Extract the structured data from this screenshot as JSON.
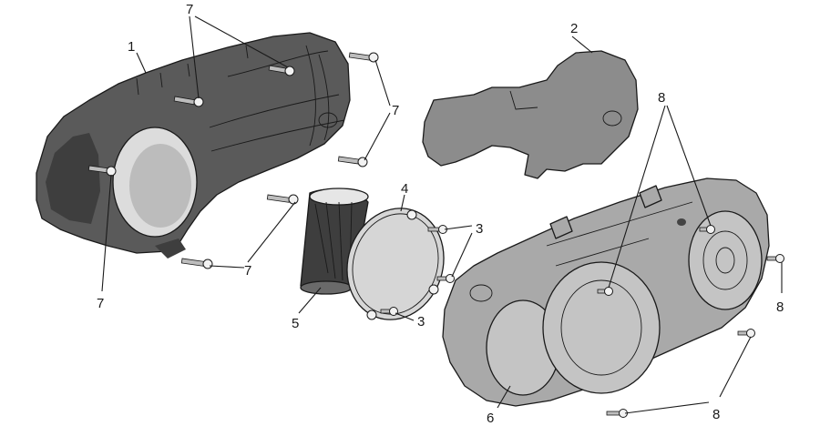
{
  "callouts": {
    "c1": "1",
    "c2": "2",
    "c3a": "3",
    "c3b": "3",
    "c4": "4",
    "c5": "5",
    "c6": "6",
    "c7a": "7",
    "c7b": "7",
    "c7c": "7",
    "c7d": "7",
    "c8a": "8",
    "c8b": "8",
    "c8c": "8"
  }
}
